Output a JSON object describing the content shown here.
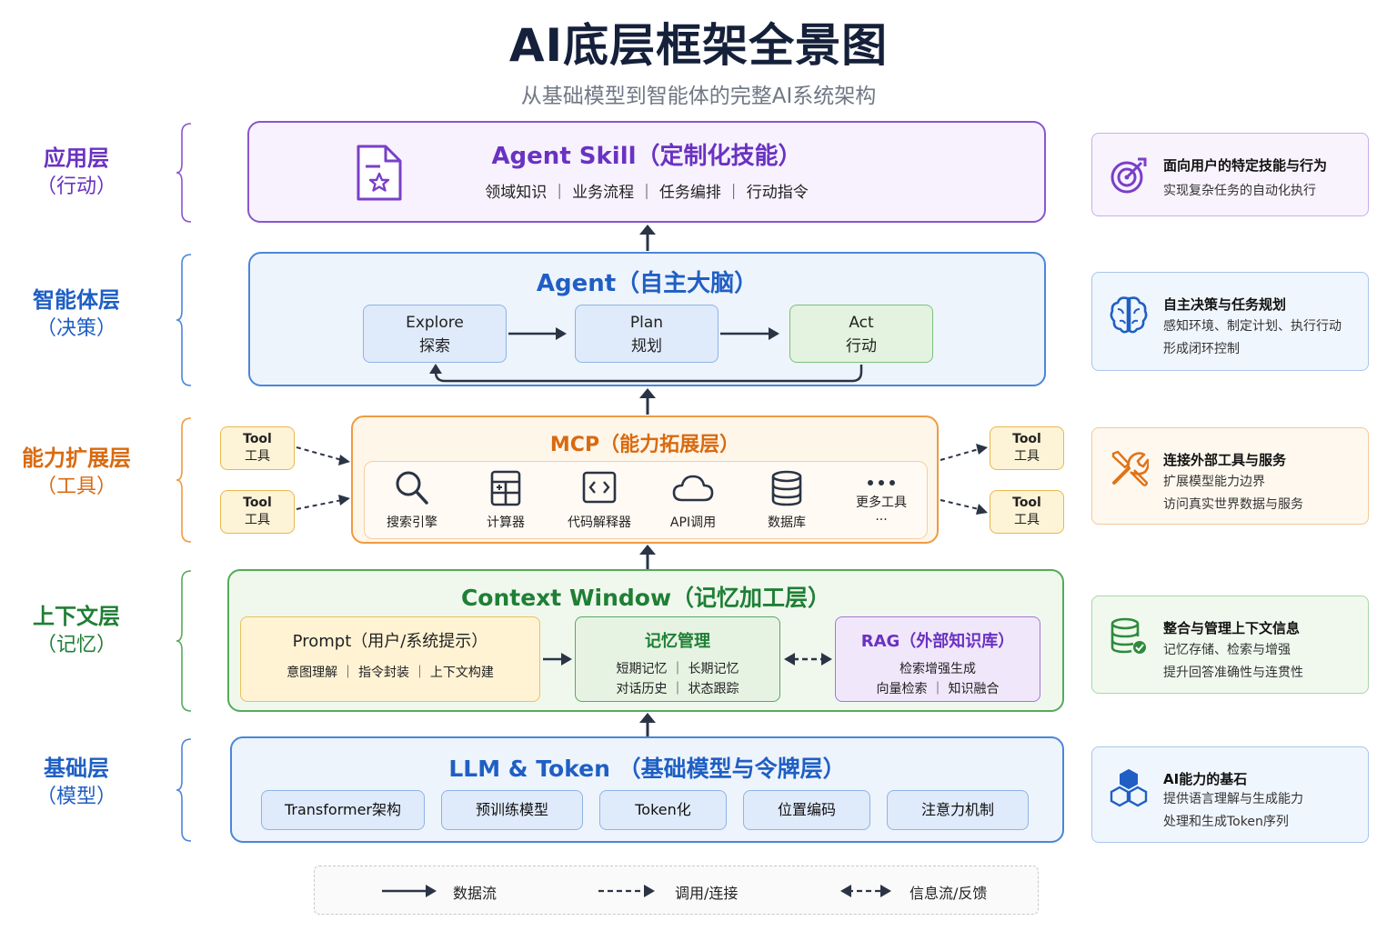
{
  "header": {
    "title": "AI底层框架全景图",
    "subtitle": "从基础模型到智能体的完整AI系统架构"
  },
  "layers": {
    "app": {
      "name": "应用层",
      "sub": "（行动）",
      "color": "#6a32c2"
    },
    "agent": {
      "name": "智能体层",
      "sub": "（决策）",
      "color": "#1f5fc4"
    },
    "tool": {
      "name": "能力扩展层",
      "sub": "（工具）",
      "color": "#d96a10"
    },
    "context": {
      "name": "上下文层",
      "sub": "（记忆）",
      "color": "#1f7f35"
    },
    "base": {
      "name": "基础层",
      "sub": "（模型）",
      "color": "#1f5fc4"
    }
  },
  "app_box": {
    "title": "Agent Skill（定制化技能）",
    "items": "领域知识 ｜ 业务流程 ｜ 任务编排 ｜ 行动指令",
    "icon": "skill-document-star-icon"
  },
  "agent_box": {
    "title": "Agent（自主大脑）",
    "steps": [
      {
        "en": "Explore",
        "zh": "探索"
      },
      {
        "en": "Plan",
        "zh": "规划"
      },
      {
        "en": "Act",
        "zh": "行动"
      }
    ]
  },
  "mcp_box": {
    "title": "MCP（能力拓展层）",
    "tools": [
      {
        "label": "搜索引擎",
        "icon": "search-icon"
      },
      {
        "label": "计算器",
        "icon": "calculator-icon"
      },
      {
        "label": "代码解释器",
        "icon": "code-icon"
      },
      {
        "label": "API调用",
        "icon": "cloud-icon"
      },
      {
        "label": "数据库",
        "icon": "database-icon"
      },
      {
        "label": "更多工具",
        "extra": "...",
        "icon": "more-icon"
      }
    ],
    "side_tools": {
      "en": "Tool",
      "zh": "工具"
    }
  },
  "context_box": {
    "title": "Context Window（记忆加工层）",
    "prompt": {
      "title": "Prompt（用户/系统提示）",
      "items": "意图理解 ｜ 指令封装 ｜ 上下文构建"
    },
    "memory": {
      "title": "记忆管理",
      "line1": "短期记忆 ｜ 长期记忆",
      "line2": "对话历史 ｜ 状态跟踪"
    },
    "rag": {
      "title": "RAG（外部知识库）",
      "line1": "检索增强生成",
      "line2": "向量检索 ｜ 知识融合"
    }
  },
  "base_box": {
    "title": "LLM & Token （基础模型与令牌层）",
    "chips": [
      "Transformer架构",
      "预训练模型",
      "Token化",
      "位置编码",
      "注意力机制"
    ]
  },
  "right_cards": [
    {
      "title": "面向用户的特定技能与行为",
      "lines": [
        "实现复杂任务的自动化执行"
      ],
      "icon": "target-icon"
    },
    {
      "title": "自主决策与任务规划",
      "lines": [
        "感知环境、制定计划、执行行动",
        "形成闭环控制"
      ],
      "icon": "brain-icon"
    },
    {
      "title": "连接外部工具与服务",
      "lines": [
        "扩展模型能力边界",
        "访问真实世界数据与服务"
      ],
      "icon": "tools-icon"
    },
    {
      "title": "整合与管理上下文信息",
      "lines": [
        "记忆存储、检索与增强",
        "提升回答准确性与连贯性"
      ],
      "icon": "database-stack-icon"
    },
    {
      "title": "AI能力的基石",
      "lines": [
        "提供语言理解与生成能力",
        "处理和生成Token序列"
      ],
      "icon": "cubes-icon"
    }
  ],
  "legend": {
    "items": [
      {
        "label": "数据流",
        "style": "solid"
      },
      {
        "label": "调用/连接",
        "style": "dashed"
      },
      {
        "label": "信息流/反馈",
        "style": "bidirectional"
      }
    ]
  }
}
